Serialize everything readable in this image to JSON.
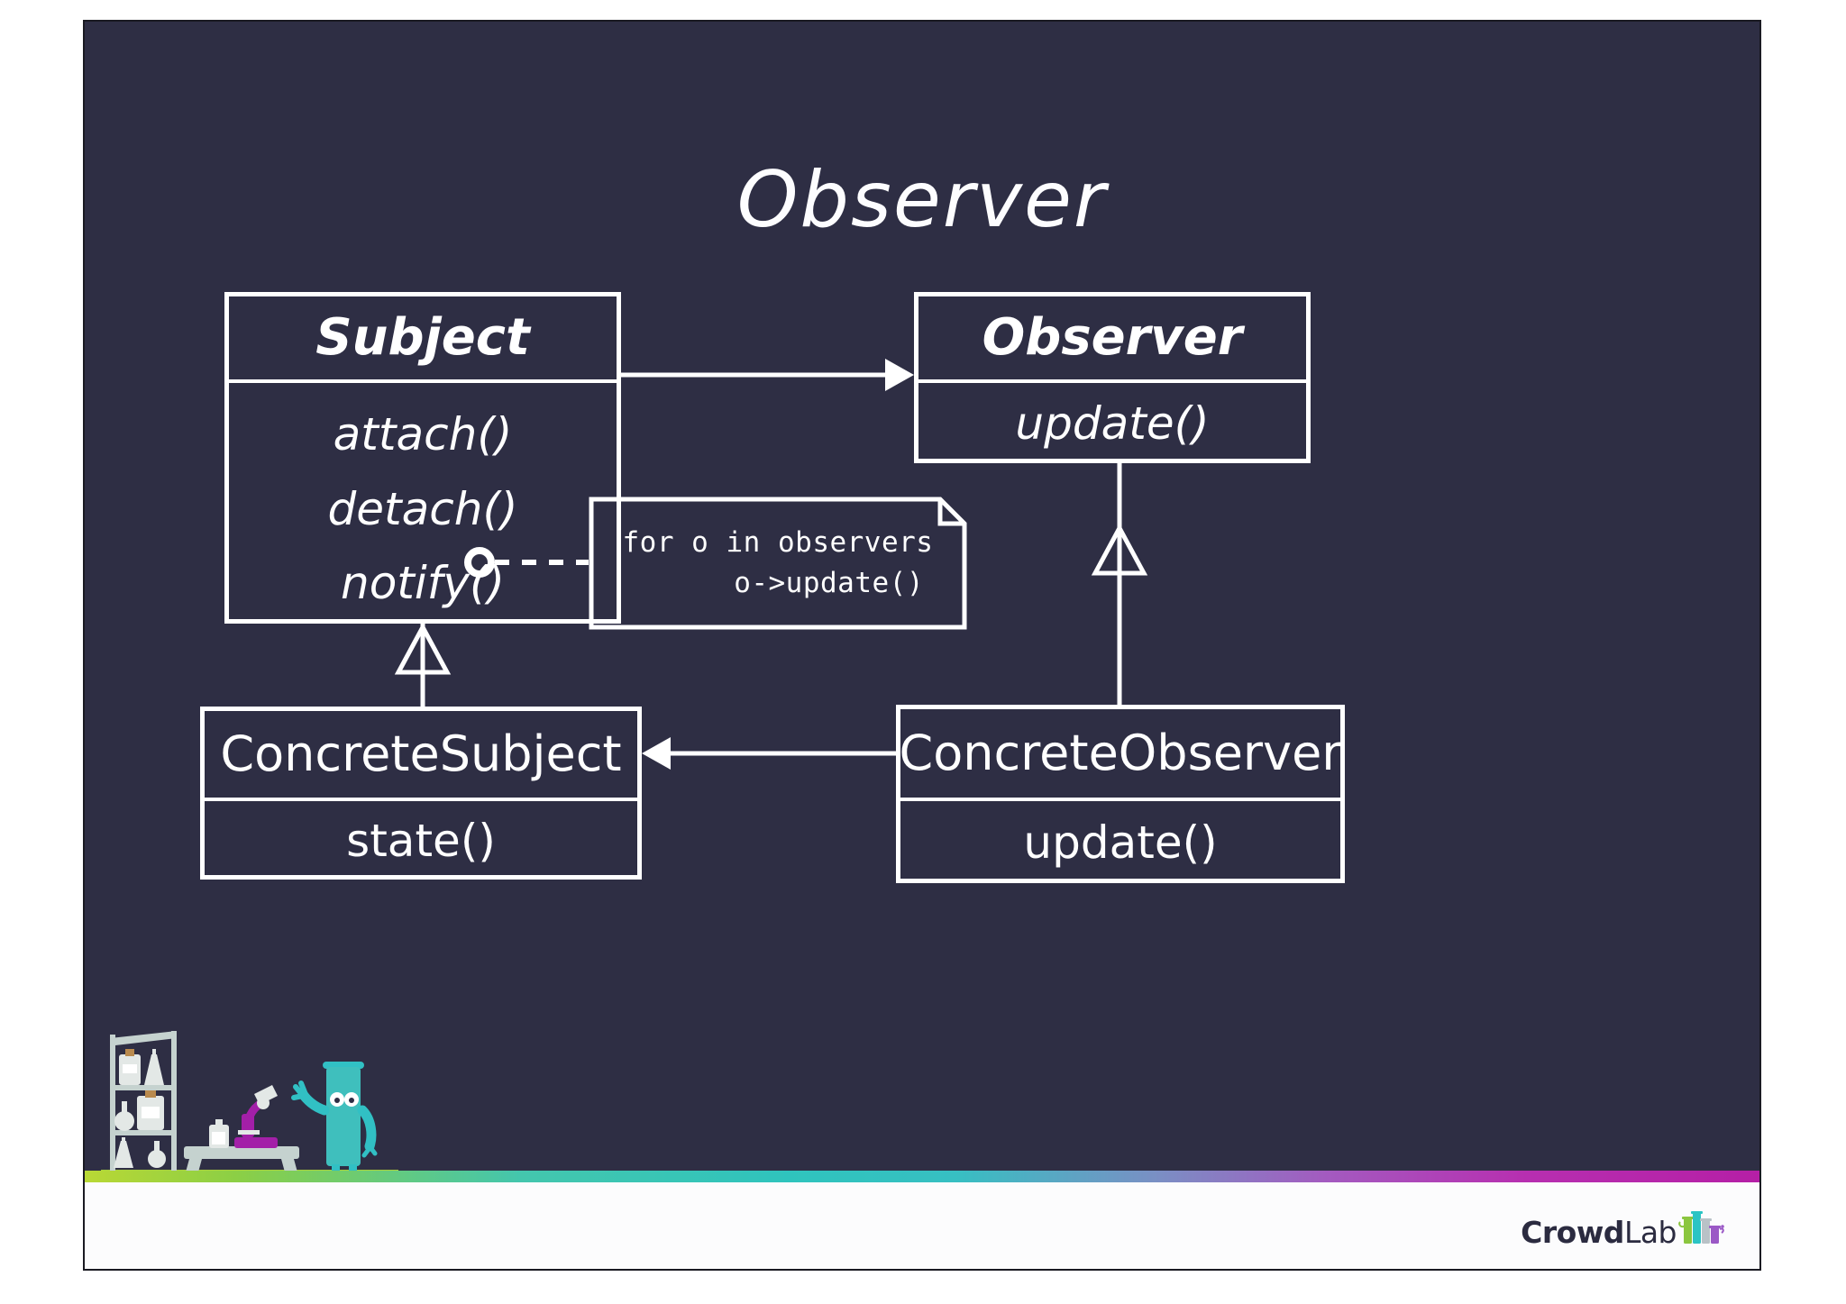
{
  "slide": {
    "title": "Observer",
    "background_color": "#2e2e44",
    "ink_color": "#ffffff"
  },
  "diagram": {
    "type": "uml-class-diagram",
    "classes": [
      {
        "key": "subject",
        "name": "Subject",
        "stereotype": "abstract",
        "members": [
          "attach()",
          "detach()",
          "notify()"
        ]
      },
      {
        "key": "observer",
        "name": "Observer",
        "stereotype": "abstract",
        "members": [
          "update()"
        ]
      },
      {
        "key": "concrete_subject",
        "name": "ConcreteSubject",
        "stereotype": "concrete",
        "members": [
          "state()"
        ]
      },
      {
        "key": "concrete_observer",
        "name": "ConcreteObserver",
        "stereotype": "concrete",
        "members": [
          "update()"
        ]
      }
    ],
    "relations": [
      {
        "from": "subject",
        "to": "observer",
        "kind": "association",
        "arrow": "solid-filled"
      },
      {
        "from": "concrete_subject",
        "to": "subject",
        "kind": "generalization",
        "arrow": "hollow-triangle"
      },
      {
        "from": "concrete_observer",
        "to": "observer",
        "kind": "generalization",
        "arrow": "hollow-triangle"
      },
      {
        "from": "concrete_observer",
        "to": "concrete_subject",
        "kind": "association",
        "arrow": "solid-filled"
      },
      {
        "from": "subject.notify()",
        "to": "note",
        "kind": "note-anchor",
        "arrow": "dashed-circle"
      }
    ],
    "note": {
      "line1": "for o in observers",
      "line2": "o->update()"
    }
  },
  "footer": {
    "logo_primary": "Crowd",
    "logo_secondary": "Lab",
    "logo_primary_color": "#2b2b40",
    "gradient_colors": [
      "#b9d835",
      "#2fc4bd",
      "#b51fa6"
    ]
  },
  "mascot_scene": {
    "description": "lab-scene",
    "robot_color": "#31c0c4",
    "microscope_color": "#a31fa8",
    "shelf_color": "#c5d2cf"
  }
}
